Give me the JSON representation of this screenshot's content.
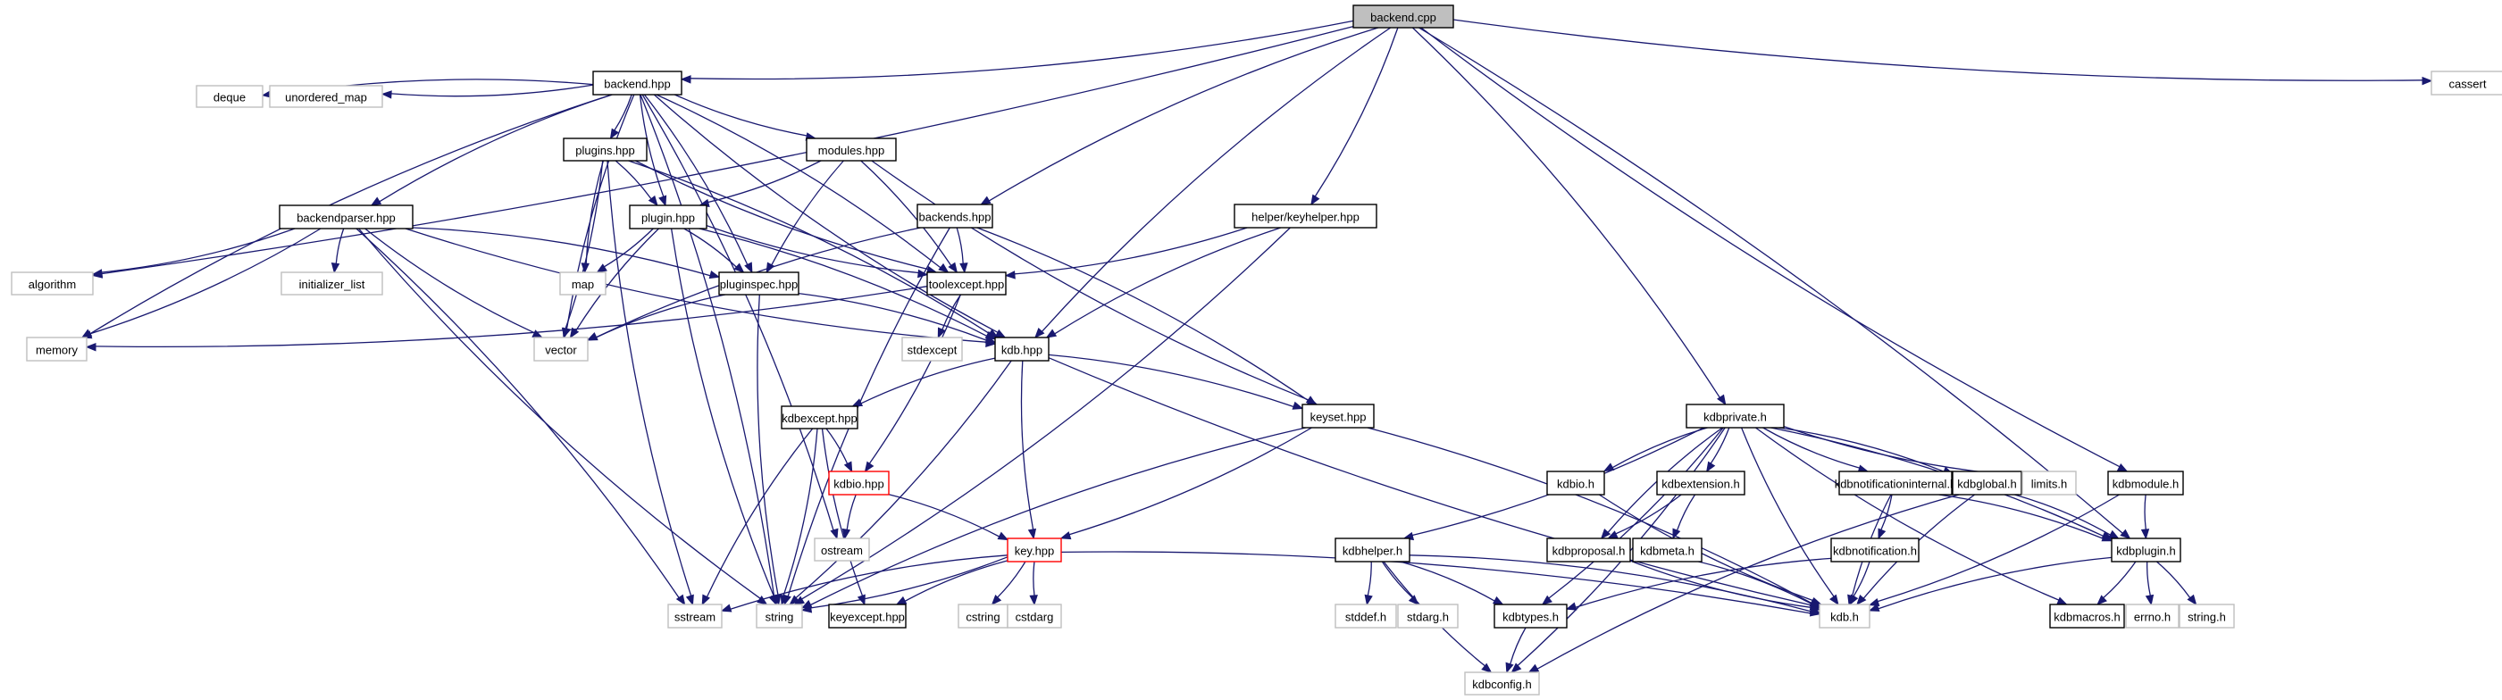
{
  "title": "backend.cpp include dependency graph",
  "colors": {
    "edge": "#191970",
    "root_fill": "#bfbfbf",
    "node_border": "#000000",
    "external_border": "#bfbfbf",
    "truncated_border": "#ff0000"
  },
  "nodes": [
    {
      "id": "backend_cpp",
      "label": "backend.cpp",
      "kind": "root"
    },
    {
      "id": "backend_hpp",
      "label": "backend.hpp",
      "kind": "normal"
    },
    {
      "id": "cassert",
      "label": "cassert",
      "kind": "external"
    },
    {
      "id": "deque",
      "label": "deque",
      "kind": "external"
    },
    {
      "id": "unordered_map",
      "label": "unordered_map",
      "kind": "external"
    },
    {
      "id": "plugins_hpp",
      "label": "plugins.hpp",
      "kind": "normal"
    },
    {
      "id": "modules_hpp",
      "label": "modules.hpp",
      "kind": "normal"
    },
    {
      "id": "backendparser_hpp",
      "label": "backendparser.hpp",
      "kind": "normal"
    },
    {
      "id": "plugin_hpp",
      "label": "plugin.hpp",
      "kind": "normal"
    },
    {
      "id": "backends_hpp",
      "label": "backends.hpp",
      "kind": "normal"
    },
    {
      "id": "keyhelper_hpp",
      "label": "helper/keyhelper.hpp",
      "kind": "normal"
    },
    {
      "id": "algorithm",
      "label": "algorithm",
      "kind": "external"
    },
    {
      "id": "initializer_list",
      "label": "initializer_list",
      "kind": "external"
    },
    {
      "id": "map",
      "label": "map",
      "kind": "external"
    },
    {
      "id": "pluginspec_hpp",
      "label": "pluginspec.hpp",
      "kind": "normal"
    },
    {
      "id": "toolexcept_hpp",
      "label": "toolexcept.hpp",
      "kind": "normal"
    },
    {
      "id": "memory",
      "label": "memory",
      "kind": "external"
    },
    {
      "id": "vector",
      "label": "vector",
      "kind": "external"
    },
    {
      "id": "stdexcept",
      "label": "stdexcept",
      "kind": "external"
    },
    {
      "id": "kdb_hpp",
      "label": "kdb.hpp",
      "kind": "normal"
    },
    {
      "id": "kdbexcept_hpp",
      "label": "kdbexcept.hpp",
      "kind": "normal"
    },
    {
      "id": "keyset_hpp",
      "label": "keyset.hpp",
      "kind": "normal"
    },
    {
      "id": "kdbprivate_h",
      "label": "kdbprivate.h",
      "kind": "normal"
    },
    {
      "id": "kdbio_hpp",
      "label": "kdbio.hpp",
      "kind": "truncated"
    },
    {
      "id": "kdbio_h",
      "label": "kdbio.h",
      "kind": "normal"
    },
    {
      "id": "kdbextension_h",
      "label": "kdbextension.h",
      "kind": "normal"
    },
    {
      "id": "kdbnotificationinternal_h",
      "label": "kdbnotificationinternal.h",
      "kind": "normal"
    },
    {
      "id": "kdbglobal_h",
      "label": "kdbglobal.h",
      "kind": "normal"
    },
    {
      "id": "limits_h",
      "label": "limits.h",
      "kind": "external"
    },
    {
      "id": "kdbmodule_h",
      "label": "kdbmodule.h",
      "kind": "normal"
    },
    {
      "id": "ostream",
      "label": "ostream",
      "kind": "external"
    },
    {
      "id": "key_hpp",
      "label": "key.hpp",
      "kind": "truncated"
    },
    {
      "id": "kdbhelper_h",
      "label": "kdbhelper.h",
      "kind": "normal"
    },
    {
      "id": "kdbproposal_h",
      "label": "kdbproposal.h",
      "kind": "normal"
    },
    {
      "id": "kdbmeta_h",
      "label": "kdbmeta.h",
      "kind": "normal"
    },
    {
      "id": "kdbnotification_h",
      "label": "kdbnotification.h",
      "kind": "normal"
    },
    {
      "id": "kdbplugin_h",
      "label": "kdbplugin.h",
      "kind": "normal"
    },
    {
      "id": "sstream",
      "label": "sstream",
      "kind": "external"
    },
    {
      "id": "string",
      "label": "string",
      "kind": "external"
    },
    {
      "id": "keyexcept_hpp",
      "label": "keyexcept.hpp",
      "kind": "normal"
    },
    {
      "id": "cstring",
      "label": "cstring",
      "kind": "external"
    },
    {
      "id": "cstdarg",
      "label": "cstdarg",
      "kind": "external"
    },
    {
      "id": "stddef_h",
      "label": "stddef.h",
      "kind": "external"
    },
    {
      "id": "stdarg_h",
      "label": "stdarg.h",
      "kind": "external"
    },
    {
      "id": "kdbtypes_h",
      "label": "kdbtypes.h",
      "kind": "normal"
    },
    {
      "id": "kdb_h",
      "label": "kdb.h",
      "kind": "external"
    },
    {
      "id": "kdbmacros_h",
      "label": "kdbmacros.h",
      "kind": "normal"
    },
    {
      "id": "errno_h",
      "label": "errno.h",
      "kind": "external"
    },
    {
      "id": "string_h",
      "label": "string.h",
      "kind": "external"
    },
    {
      "id": "kdbconfig_h",
      "label": "kdbconfig.h",
      "kind": "external"
    }
  ],
  "edges": [
    [
      "backend_cpp",
      "backend_hpp"
    ],
    [
      "backend_cpp",
      "cassert"
    ],
    [
      "backend_cpp",
      "algorithm"
    ],
    [
      "backend_cpp",
      "backends_hpp"
    ],
    [
      "backend_cpp",
      "keyhelper_hpp"
    ],
    [
      "backend_cpp",
      "kdb_hpp"
    ],
    [
      "backend_cpp",
      "kdbprivate_h"
    ],
    [
      "backend_cpp",
      "kdbmodule_h"
    ],
    [
      "backend_cpp",
      "kdbplugin_h"
    ],
    [
      "backend_hpp",
      "deque"
    ],
    [
      "backend_hpp",
      "unordered_map"
    ],
    [
      "backend_hpp",
      "memory"
    ],
    [
      "backend_hpp",
      "string"
    ],
    [
      "backend_hpp",
      "backendparser_hpp"
    ],
    [
      "backend_hpp",
      "plugins_hpp"
    ],
    [
      "backend_hpp",
      "plugin_hpp"
    ],
    [
      "backend_hpp",
      "pluginspec_hpp"
    ],
    [
      "backend_hpp",
      "vector"
    ],
    [
      "backend_hpp",
      "ostream"
    ],
    [
      "backend_hpp",
      "modules_hpp"
    ],
    [
      "backend_hpp",
      "toolexcept_hpp"
    ],
    [
      "backend_hpp",
      "kdb_hpp"
    ],
    [
      "plugins_hpp",
      "plugin_hpp"
    ],
    [
      "plugins_hpp",
      "map"
    ],
    [
      "plugins_hpp",
      "vector"
    ],
    [
      "plugins_hpp",
      "toolexcept_hpp"
    ],
    [
      "plugins_hpp",
      "kdb_hpp"
    ],
    [
      "plugins_hpp",
      "sstream"
    ],
    [
      "modules_hpp",
      "plugin_hpp"
    ],
    [
      "modules_hpp",
      "pluginspec_hpp"
    ],
    [
      "modules_hpp",
      "toolexcept_hpp"
    ],
    [
      "modules_hpp",
      "keyset_hpp"
    ],
    [
      "backendparser_hpp",
      "algorithm"
    ],
    [
      "backendparser_hpp",
      "initializer_list"
    ],
    [
      "backendparser_hpp",
      "memory"
    ],
    [
      "backendparser_hpp",
      "vector"
    ],
    [
      "backendparser_hpp",
      "pluginspec_hpp"
    ],
    [
      "backendparser_hpp",
      "kdb_hpp"
    ],
    [
      "backendparser_hpp",
      "sstream"
    ],
    [
      "backendparser_hpp",
      "string"
    ],
    [
      "plugin_hpp",
      "map"
    ],
    [
      "plugin_hpp",
      "vector"
    ],
    [
      "plugin_hpp",
      "pluginspec_hpp"
    ],
    [
      "plugin_hpp",
      "toolexcept_hpp"
    ],
    [
      "plugin_hpp",
      "kdb_hpp"
    ],
    [
      "plugin_hpp",
      "string"
    ],
    [
      "backends_hpp",
      "toolexcept_hpp"
    ],
    [
      "backends_hpp",
      "vector"
    ],
    [
      "backends_hpp",
      "keyset_hpp"
    ],
    [
      "backends_hpp",
      "string"
    ],
    [
      "keyhelper_hpp",
      "toolexcept_hpp"
    ],
    [
      "keyhelper_hpp",
      "kdb_hpp"
    ],
    [
      "keyhelper_hpp",
      "string"
    ],
    [
      "pluginspec_hpp",
      "vector"
    ],
    [
      "pluginspec_hpp",
      "kdb_hpp"
    ],
    [
      "pluginspec_hpp",
      "string"
    ],
    [
      "toolexcept_hpp",
      "memory"
    ],
    [
      "toolexcept_hpp",
      "stdexcept"
    ],
    [
      "toolexcept_hpp",
      "kdbio_hpp"
    ],
    [
      "kdb_hpp",
      "kdbexcept_hpp"
    ],
    [
      "kdb_hpp",
      "keyset_hpp"
    ],
    [
      "kdb_hpp",
      "key_hpp"
    ],
    [
      "kdb_hpp",
      "string"
    ],
    [
      "kdb_hpp",
      "kdb_h"
    ],
    [
      "kdbexcept_hpp",
      "kdbio_hpp"
    ],
    [
      "kdbexcept_hpp",
      "sstream"
    ],
    [
      "kdbexcept_hpp",
      "string"
    ],
    [
      "kdbexcept_hpp",
      "keyexcept_hpp"
    ],
    [
      "keyset_hpp",
      "key_hpp"
    ],
    [
      "keyset_hpp",
      "string"
    ],
    [
      "keyset_hpp",
      "kdb_h"
    ],
    [
      "kdbio_hpp",
      "ostream"
    ],
    [
      "kdbio_hpp",
      "key_hpp"
    ],
    [
      "key_hpp",
      "sstream"
    ],
    [
      "key_hpp",
      "string"
    ],
    [
      "key_hpp",
      "keyexcept_hpp"
    ],
    [
      "key_hpp",
      "cstring"
    ],
    [
      "key_hpp",
      "cstdarg"
    ],
    [
      "key_hpp",
      "kdb_h"
    ],
    [
      "kdbprivate_h",
      "kdbio_h"
    ],
    [
      "kdbprivate_h",
      "kdbextension_h"
    ],
    [
      "kdbprivate_h",
      "kdbnotificationinternal_h"
    ],
    [
      "kdbprivate_h",
      "kdbglobal_h"
    ],
    [
      "kdbprivate_h",
      "limits_h"
    ],
    [
      "kdbprivate_h",
      "kdbhelper_h"
    ],
    [
      "kdbprivate_h",
      "kdbproposal_h"
    ],
    [
      "kdbprivate_h",
      "kdbtypes_h"
    ],
    [
      "kdbprivate_h",
      "kdb_h"
    ],
    [
      "kdbprivate_h",
      "kdbconfig_h"
    ],
    [
      "kdbprivate_h",
      "kdbmacros_h"
    ],
    [
      "kdbprivate_h",
      "kdbplugin_h"
    ],
    [
      "kdbio_h",
      "kdb_h"
    ],
    [
      "kdbextension_h",
      "kdbproposal_h"
    ],
    [
      "kdbextension_h",
      "kdbmeta_h"
    ],
    [
      "kdbnotificationinternal_h",
      "kdbnotification_h"
    ],
    [
      "kdbnotificationinternal_h",
      "kdb_h"
    ],
    [
      "kdbnotificationinternal_h",
      "kdbplugin_h"
    ],
    [
      "kdbglobal_h",
      "kdb_h"
    ],
    [
      "kdbglobal_h",
      "kdbplugin_h"
    ],
    [
      "kdbglobal_h",
      "kdbconfig_h"
    ],
    [
      "kdbmodule_h",
      "kdb_h"
    ],
    [
      "kdbmodule_h",
      "kdbplugin_h"
    ],
    [
      "kdbhelper_h",
      "stddef_h"
    ],
    [
      "kdbhelper_h",
      "stdarg_h"
    ],
    [
      "kdbhelper_h",
      "kdbtypes_h"
    ],
    [
      "kdbhelper_h",
      "kdbconfig_h"
    ],
    [
      "kdbhelper_h",
      "kdb_h"
    ],
    [
      "kdbproposal_h",
      "kdb_h"
    ],
    [
      "kdbmeta_h",
      "kdb_h"
    ],
    [
      "kdbnotification_h",
      "kdbtypes_h"
    ],
    [
      "kdbnotification_h",
      "kdb_h"
    ],
    [
      "kdbplugin_h",
      "kdb_h"
    ],
    [
      "kdbplugin_h",
      "kdbmacros_h"
    ],
    [
      "kdbplugin_h",
      "errno_h"
    ],
    [
      "kdbplugin_h",
      "string_h"
    ],
    [
      "kdbtypes_h",
      "kdbconfig_h"
    ]
  ]
}
